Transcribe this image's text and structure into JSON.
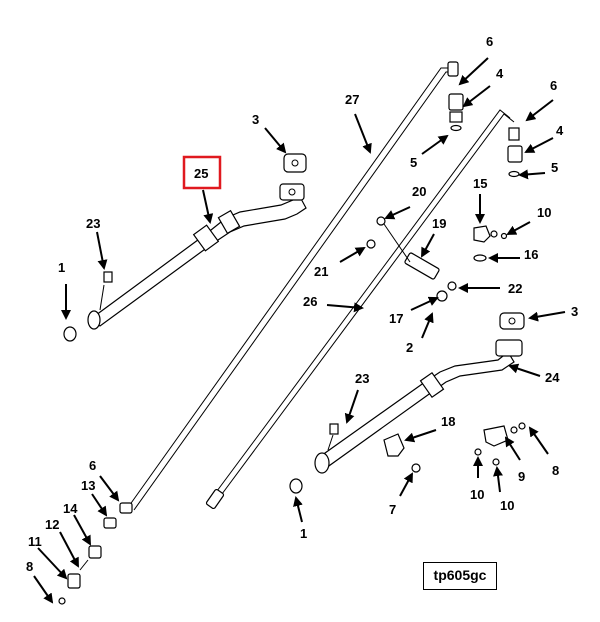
{
  "figure_id": "tp605gc",
  "highlight_color": "#e0191f",
  "callouts": {
    "c25": "25",
    "c3a": "3",
    "c23a": "23",
    "c1a": "1",
    "c27": "27",
    "c6a": "6",
    "c4a": "4",
    "c5a": "5",
    "c6b": "6",
    "c4b": "4",
    "c5b": "5",
    "c20": "20",
    "c19": "19",
    "c21": "21",
    "c26": "26",
    "c17": "17",
    "c2": "2",
    "c22": "22",
    "c15": "15",
    "c10a": "10",
    "c16": "16",
    "c3b": "3",
    "c24": "24",
    "c23b": "23",
    "c18": "18",
    "c1b": "1",
    "c7": "7",
    "c9": "9",
    "c8a": "8",
    "c10b": "10",
    "c10c": "10",
    "c6c": "6",
    "c13": "13",
    "c14": "14",
    "c12": "12",
    "c11": "11",
    "c8b": "8"
  }
}
